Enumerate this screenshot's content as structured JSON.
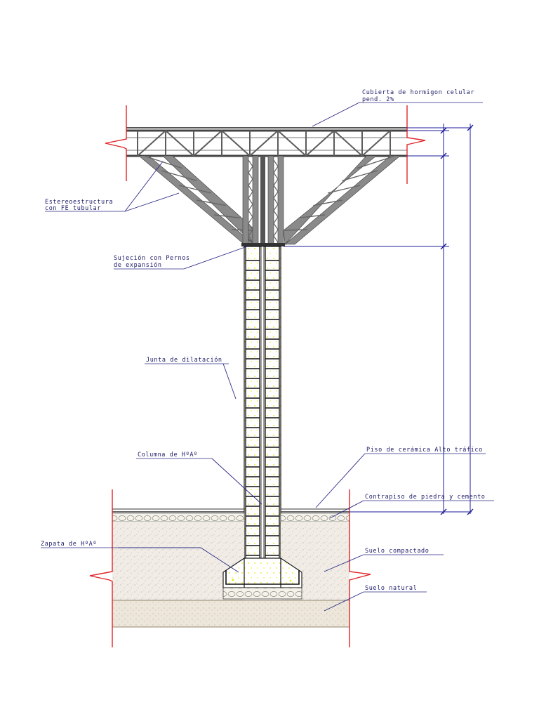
{
  "labels": {
    "cubierta_line1": "Cubierta de hormigon celular",
    "cubierta_line2": "pend. 2%",
    "estereo_line1": "Estereoestructura",
    "estereo_line2": "con FE tubular",
    "sujecion_line1": "Sujeción con Pernos",
    "sujecion_line2": "de expansión",
    "junta": "Junta de dilatación",
    "columna": "Columna de HºAº",
    "piso": "Piso de cerámica Alto tráfico",
    "contrapiso": "Contrapiso de piedra y cemento",
    "zapata": "Zapata de HºAº",
    "suelo_compactado": "Suelo compactado",
    "suelo_natural": "Suelo natural"
  },
  "colors": {
    "annotation": "#1a1a66",
    "break_lines": "#e0242a",
    "steel": "#8a8a8a",
    "rebar_ties": "#111111",
    "aggregate": "#e8e800",
    "soil": "#f1ede6"
  }
}
